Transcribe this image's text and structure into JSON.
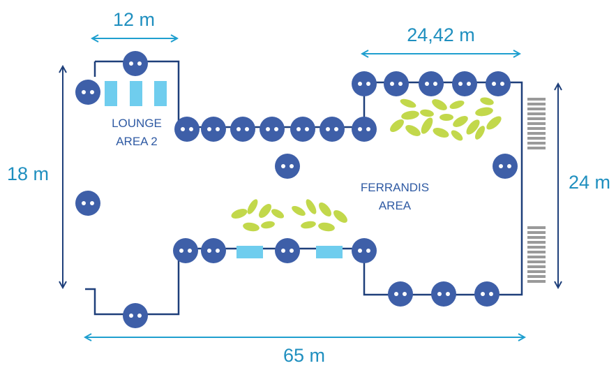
{
  "dimensions": {
    "top_left": "12 m",
    "top_right": "24,42 m",
    "left": "18 m",
    "right": "24 m",
    "bottom": "65 m"
  },
  "areas": {
    "lounge_line1": "LOUNGE",
    "lounge_line2": "AREA 2",
    "ferrandis_line1": "FERRANDIS",
    "ferrandis_line2": "AREA"
  },
  "colors": {
    "wall": "#1e3f7a",
    "outlet": "#3e5fa8",
    "table": "#6fcdee",
    "plant": "#c2d84b",
    "stairs": "#9a9a9a",
    "dimension": "#1f8fbf"
  }
}
